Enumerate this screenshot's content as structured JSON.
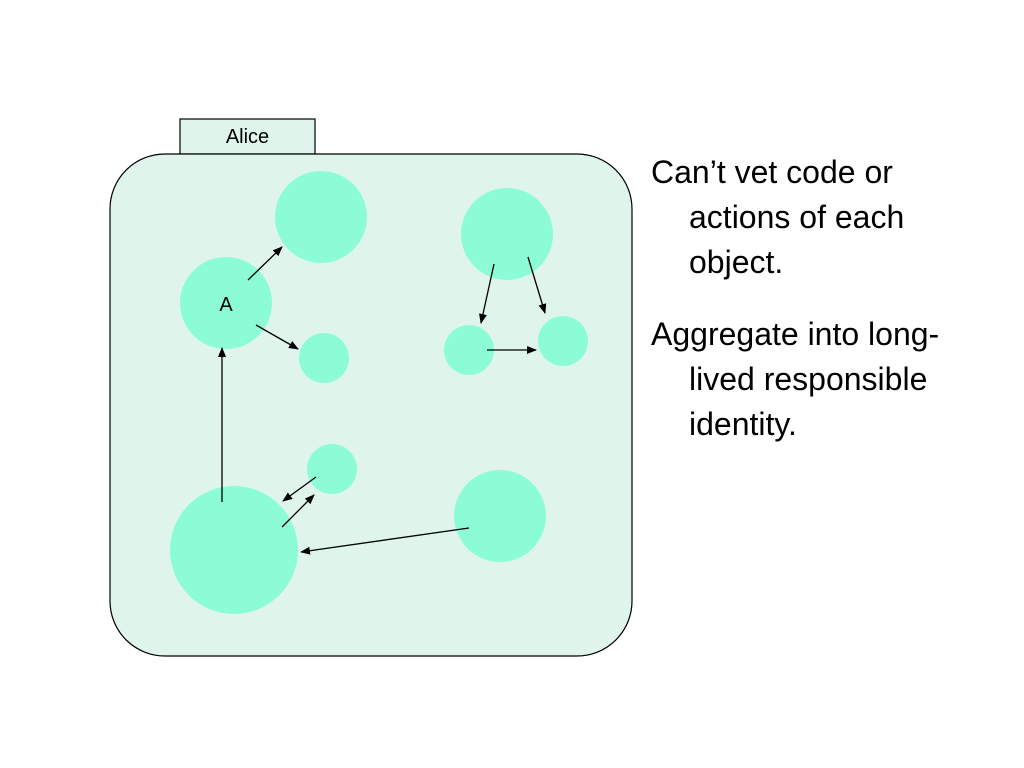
{
  "diagram": {
    "tab_label": "Alice",
    "node_label": "A",
    "colors": {
      "container_fill": "#dff5ec",
      "node_fill": "#8cfcd6",
      "stroke": "#000000"
    }
  },
  "bullets": [
    "Can’t vet code or actions of each object.",
    "Aggregate into long-lived responsible identity."
  ]
}
